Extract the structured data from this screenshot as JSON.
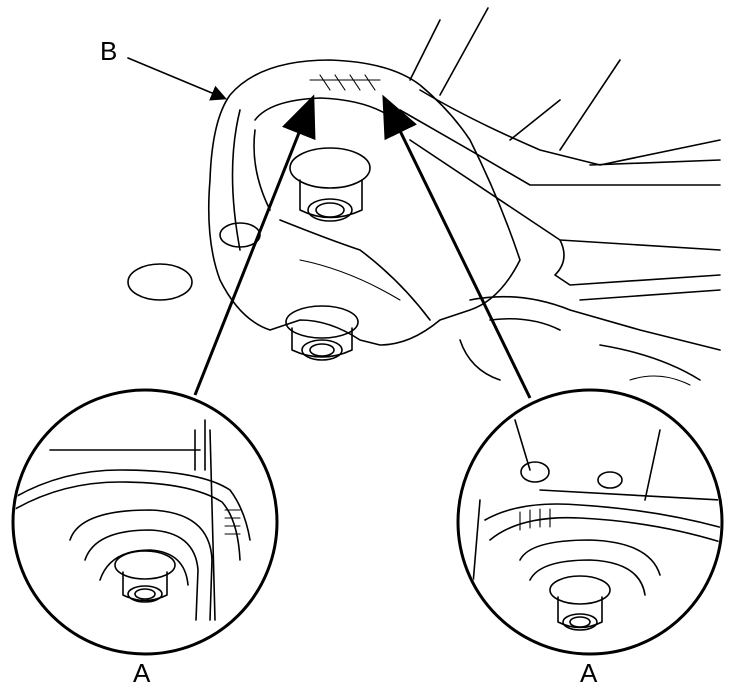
{
  "labels": {
    "b": "B",
    "a_left": "A",
    "a_right": "A"
  },
  "colors": {
    "line": "#000000",
    "background": "#ffffff"
  }
}
